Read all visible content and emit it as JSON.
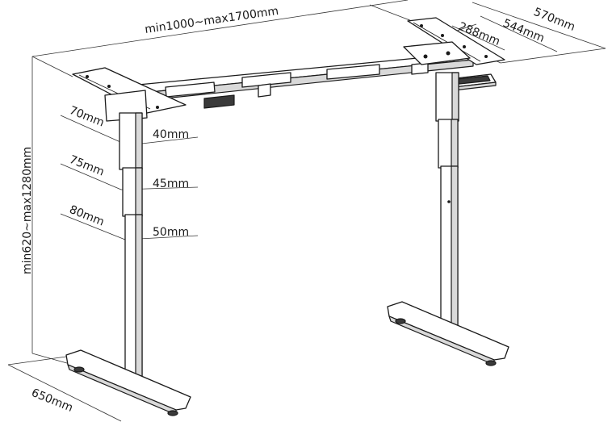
{
  "dimensions": {
    "width_range": "min1000~max1700mm",
    "height_range": "min620~max1280mm",
    "frame_depth": "570mm",
    "bracket_length": "544mm",
    "arm_length": "288mm",
    "foot_length": "650mm",
    "tube1_outer": "70mm",
    "tube1_inner": "40mm",
    "tube2_outer": "75mm",
    "tube2_inner": "45mm",
    "tube3_outer": "80mm",
    "tube3_inner": "50mm"
  }
}
